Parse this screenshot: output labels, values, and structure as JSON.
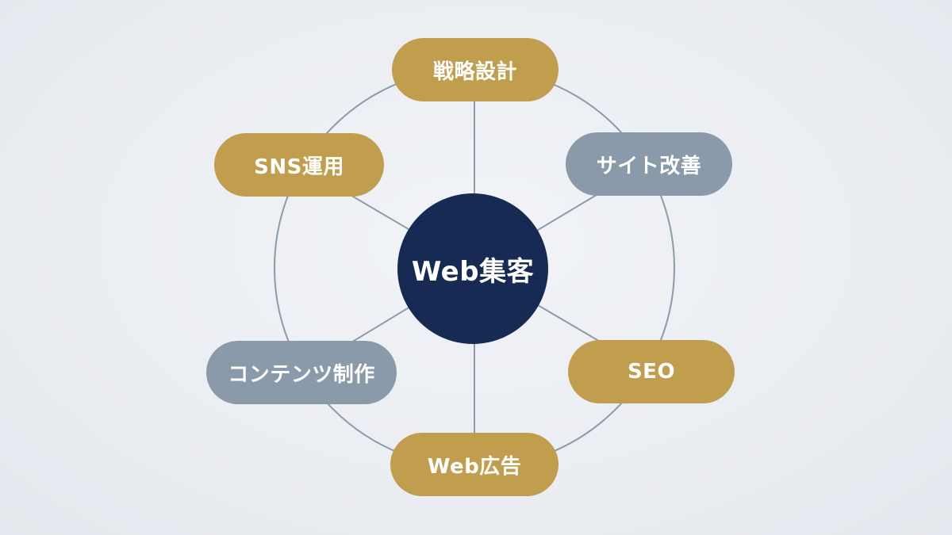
{
  "center": {
    "label": "Web集客"
  },
  "nodes": [
    {
      "label": "戦略設計",
      "color": "gold"
    },
    {
      "label": "サイト改善",
      "color": "gray"
    },
    {
      "label": "SEO",
      "color": "gold"
    },
    {
      "label": "Web広告",
      "color": "gold"
    },
    {
      "label": "コンテンツ制作",
      "color": "gray"
    },
    {
      "label": "SNS運用",
      "color": "gold"
    }
  ],
  "colors": {
    "hub": "#172a54",
    "gold": "#c19e4e",
    "gray": "#8b9aaa",
    "connector": "#8a9baa",
    "background": "#eceff4"
  }
}
